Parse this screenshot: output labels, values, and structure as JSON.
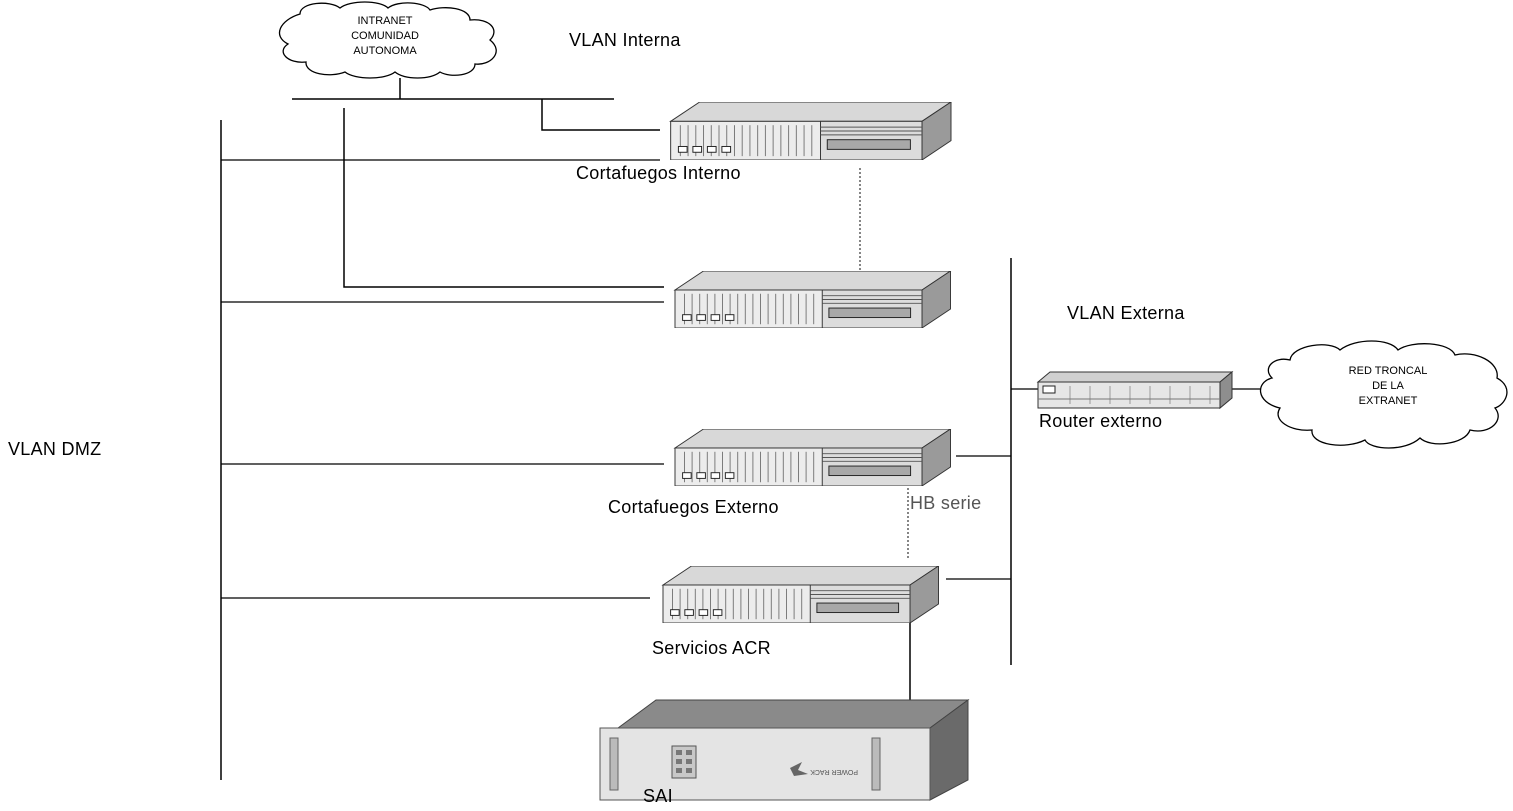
{
  "clouds": {
    "intranet": [
      "INTRANET",
      "COMUNIDAD",
      "AUTONOMA"
    ],
    "extranet": [
      "RED TRONCAL",
      "DE LA",
      "EXTRANET"
    ]
  },
  "labels": {
    "vlan_interna": "VLAN Interna",
    "vlan_externa": "VLAN Externa",
    "vlan_dmz": "VLAN DMZ",
    "fw_interno": "Cortafuegos Interno",
    "fw_externo": "Cortafuegos Externo",
    "hb_serie": "HB serie",
    "router": "Router externo",
    "servicios": "Servicios ACR",
    "sai": "SAI"
  },
  "sai_panel_text": "POWER RACK"
}
